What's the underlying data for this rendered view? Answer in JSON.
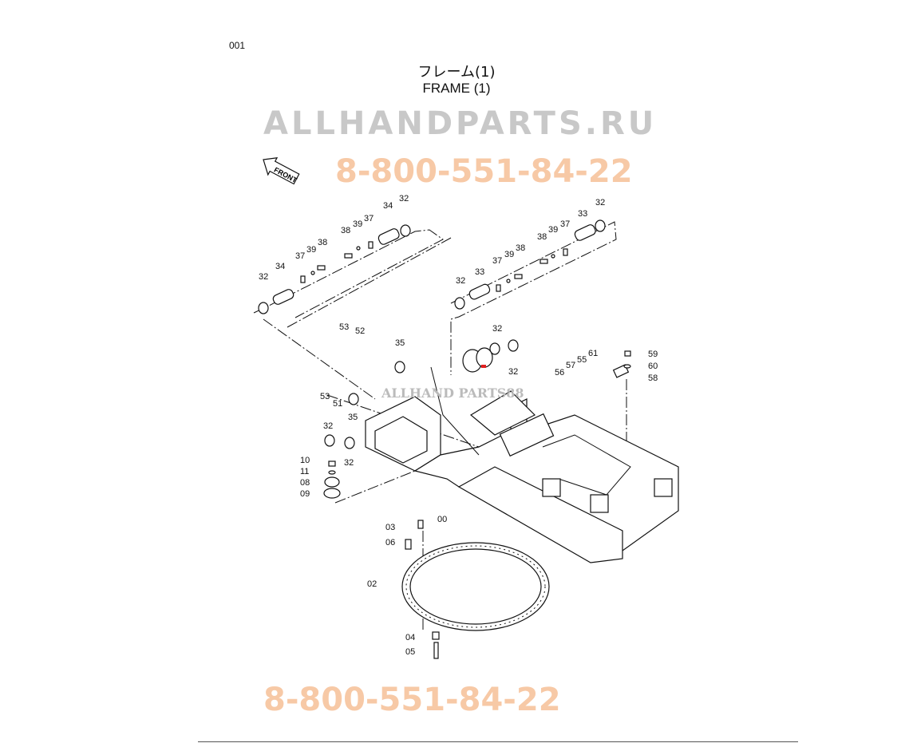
{
  "page_number": "001",
  "title_jp": "フレーム(1)",
  "title_en": "FRAME (1)",
  "front_label": "FRONT",
  "watermarks": {
    "phone": "8-800-551-84-22",
    "site": "ALLHANDPARTS.RU",
    "logo": "ALLHAND PARTS88"
  },
  "callouts": [
    "32",
    "34",
    "37",
    "39",
    "38",
    "38",
    "39",
    "37",
    "34",
    "32",
    "32",
    "33",
    "37",
    "39",
    "38",
    "38",
    "39",
    "37",
    "33",
    "32",
    "53",
    "52",
    "35",
    "32",
    "32",
    "61",
    "55",
    "57",
    "56",
    "59",
    "60",
    "58",
    "53",
    "51",
    "35",
    "32",
    "32",
    "10",
    "11",
    "08",
    "09",
    "00",
    "03",
    "06",
    "02",
    "04",
    "05"
  ],
  "colors": {
    "ink": "#111111",
    "phone_watermark": "#f7c9a6",
    "site_watermark": "#c8c8c8"
  }
}
